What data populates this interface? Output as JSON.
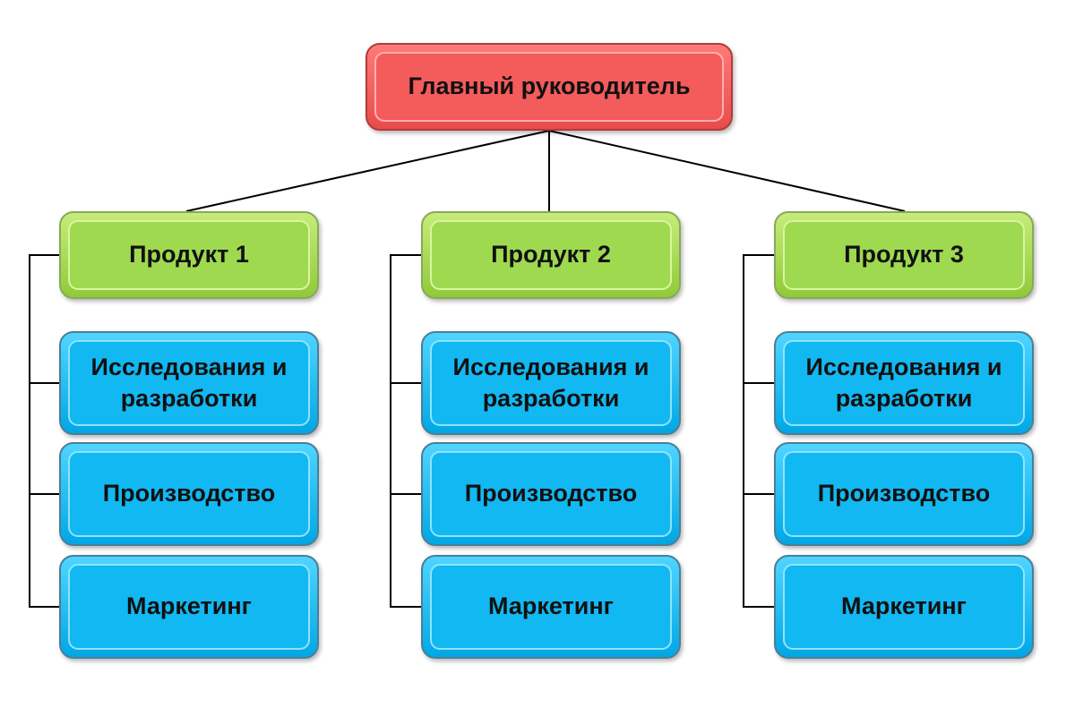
{
  "root": {
    "label": "Главный руководитель"
  },
  "columns": [
    {
      "product": "Продукт 1",
      "departments": {
        "research_line1": "Исследования и",
        "research_line2": "разработки",
        "production": "Производство",
        "marketing": "Маркетинг"
      }
    },
    {
      "product": "Продукт 2",
      "departments": {
        "research_line1": "Исследования и",
        "research_line2": "разработки",
        "production": "Производство",
        "marketing": "Маркетинг"
      }
    },
    {
      "product": "Продукт 3",
      "departments": {
        "research_line1": "Исследования и",
        "research_line2": "разработки",
        "production": "Производство",
        "marketing": "Маркетинг"
      }
    }
  ],
  "colors": {
    "root": "#f45b5b",
    "product": "#9fd94f",
    "department": "#12b8f2",
    "connector": "#000000"
  }
}
